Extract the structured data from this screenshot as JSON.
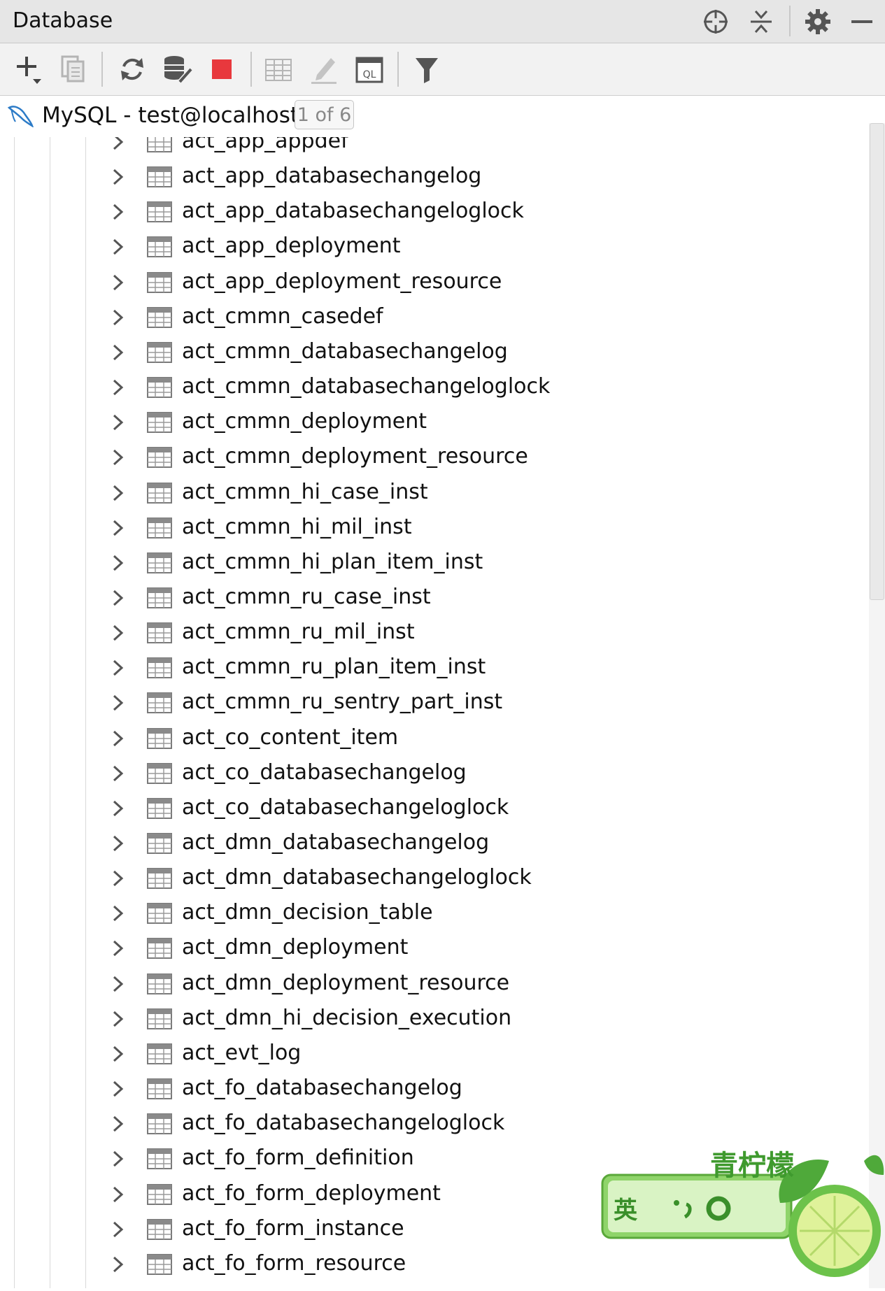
{
  "window": {
    "title": "Database"
  },
  "titlebar_icons": [
    "crosshair-icon",
    "collapse-all-icon",
    "gear-icon",
    "minimize-icon"
  ],
  "toolbar": {
    "icons": [
      "add-icon",
      "copy-icon",
      "refresh-icon",
      "schema-sync-icon",
      "stop-icon",
      "table-view-icon",
      "edit-icon",
      "sql-console-icon",
      "filter-icon"
    ]
  },
  "connection": {
    "label": "MySQL - test@localhost",
    "badge": "1 of 6"
  },
  "tables": [
    "act_app_appdef",
    "act_app_databasechangelog",
    "act_app_databasechangeloglock",
    "act_app_deployment",
    "act_app_deployment_resource",
    "act_cmmn_casedef",
    "act_cmmn_databasechangelog",
    "act_cmmn_databasechangeloglock",
    "act_cmmn_deployment",
    "act_cmmn_deployment_resource",
    "act_cmmn_hi_case_inst",
    "act_cmmn_hi_mil_inst",
    "act_cmmn_hi_plan_item_inst",
    "act_cmmn_ru_case_inst",
    "act_cmmn_ru_mil_inst",
    "act_cmmn_ru_plan_item_inst",
    "act_cmmn_ru_sentry_part_inst",
    "act_co_content_item",
    "act_co_databasechangelog",
    "act_co_databasechangeloglock",
    "act_dmn_databasechangelog",
    "act_dmn_databasechangeloglock",
    "act_dmn_decision_table",
    "act_dmn_deployment",
    "act_dmn_deployment_resource",
    "act_dmn_hi_decision_execution",
    "act_evt_log",
    "act_fo_databasechangelog",
    "act_fo_databasechangeloglock",
    "act_fo_form_definition",
    "act_fo_form_deployment",
    "act_fo_form_instance",
    "act_fo_form_resource"
  ],
  "watermark": {
    "text": "青柠檬",
    "ime_label": "英"
  },
  "colors": {
    "stop_red": "#e8383d",
    "icon_gray": "#6b6b6b",
    "lime_green": "#6cc24a"
  }
}
